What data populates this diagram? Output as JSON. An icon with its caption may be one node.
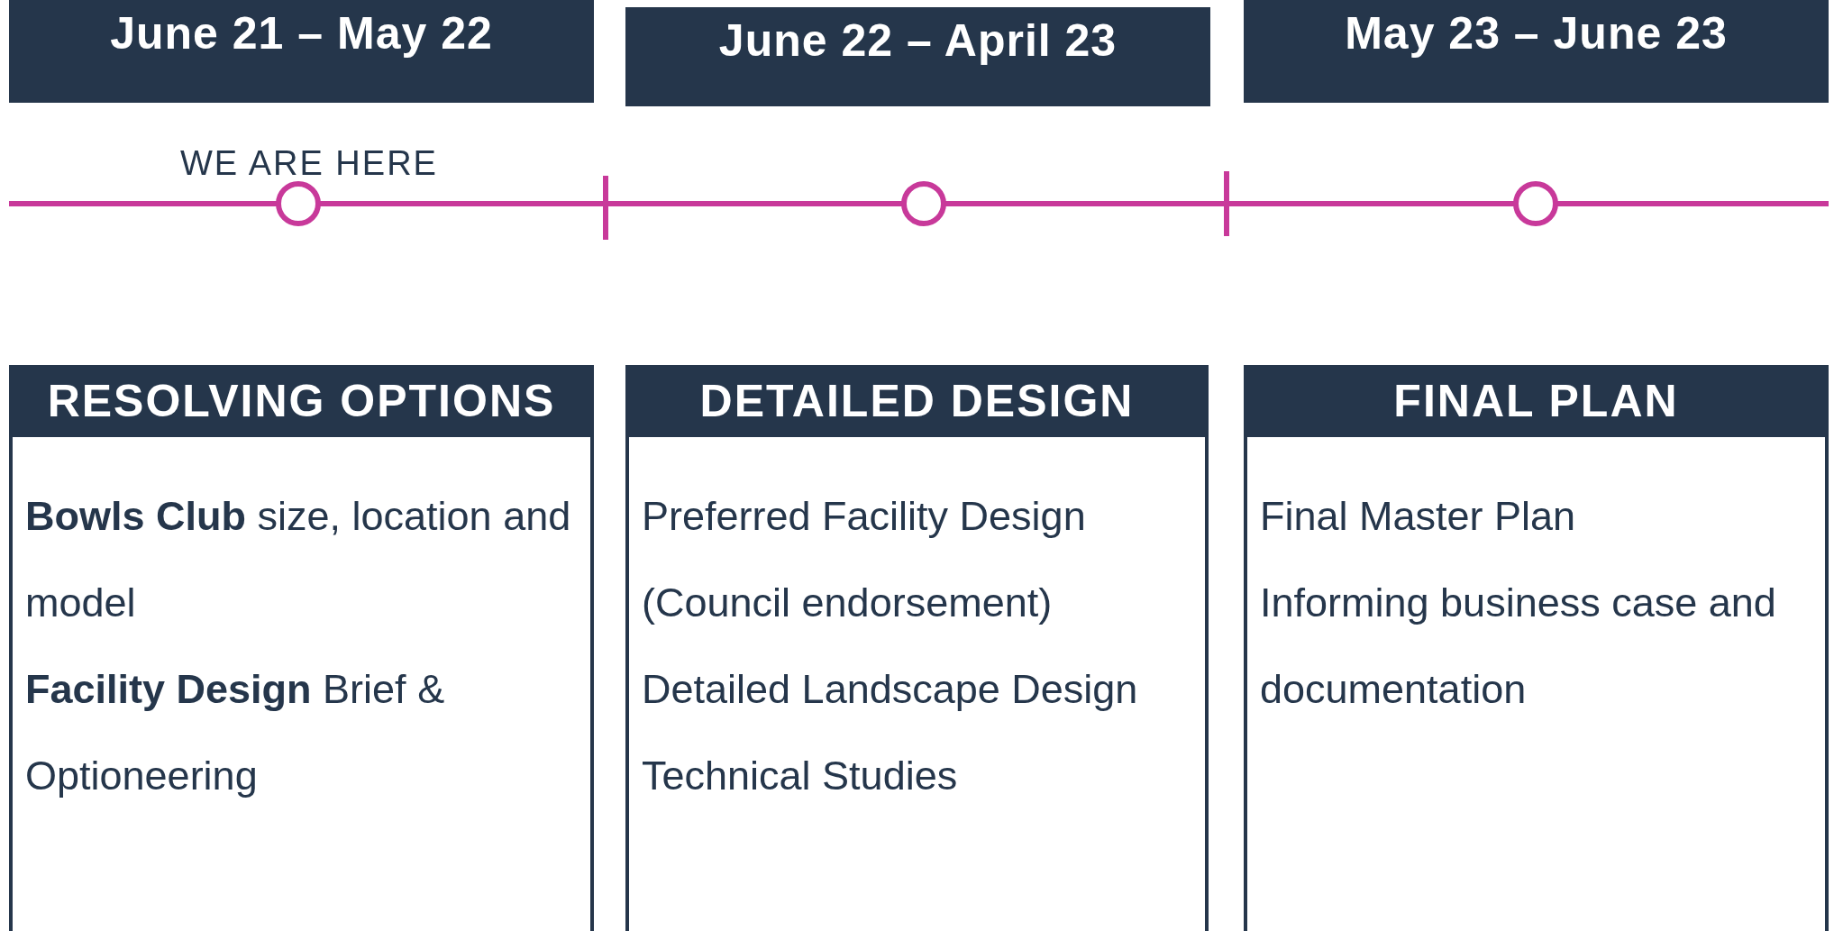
{
  "diagram": {
    "nodes": [
      {
        "text": [
          "June 21 – May 22"
        ]
      },
      {
        "text": [
          "June 22 – April 23"
        ]
      },
      {
        "text": [
          "May 23 – June 23"
        ]
      },
      {
        "text": [
          "RESOLVING OPTIONS",
          "**Bowls Club** size, location and model",
          "**Facility Design** Brief & Optioneering"
        ]
      },
      {
        "text": [
          "DETAILED DESIGN",
          "Preferred Facility Design (Council endorsement)",
          "Detailed Landscape Design",
          "Technical Studies"
        ]
      },
      {
        "text": [
          "FINAL PLAN",
          "Final Master Plan",
          "Informing business case and documentation"
        ]
      }
    ],
    "labels": [
      "WE ARE HERE"
    ]
  }
}
